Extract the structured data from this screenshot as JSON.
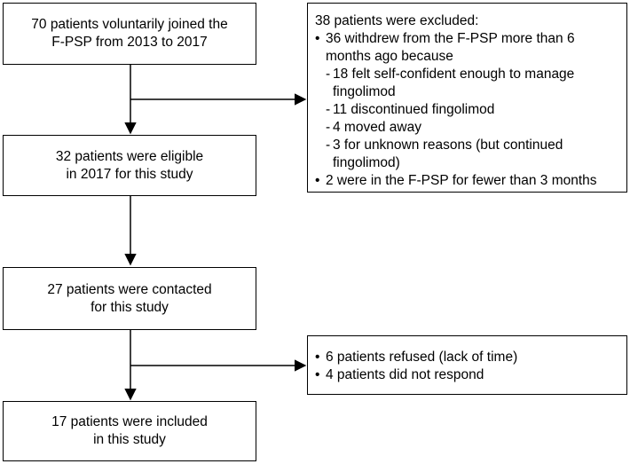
{
  "boxes": {
    "joined": [
      "70 patients voluntarily joined the",
      "F-PSP from 2013 to 2017"
    ],
    "eligible": [
      "32 patients were eligible",
      "in 2017 for this study"
    ],
    "contacted": [
      "27 patients were contacted",
      "for this study"
    ],
    "included": [
      "17 patients were included",
      "in this study"
    ]
  },
  "excluded": {
    "heading": "38 patients were excluded:",
    "bullet1": "36 withdrew from the F-PSP more than 6 months ago because",
    "reasons": [
      "18 felt self-confident enough to manage fingolimod",
      "11 discontinued fingolimod",
      "4 moved away",
      "3 for unknown reasons (but continued fingolimod)"
    ],
    "bullet2": "2 were in the F-PSP for fewer than 3 months"
  },
  "not_responded": [
    "6 patients refused (lack of time)",
    "4 patients did not respond"
  ]
}
